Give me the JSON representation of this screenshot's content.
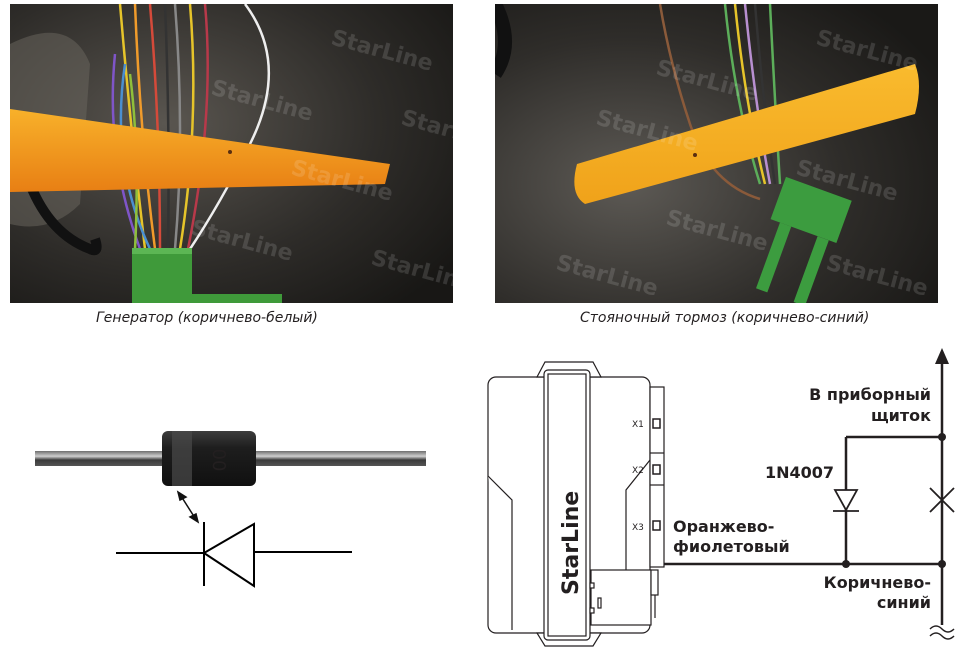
{
  "photos": {
    "left": {
      "caption": "Генератор (коричнево-белый)",
      "watermark": "StarLine",
      "subject": "wire harness with orange pry tool and green connector",
      "colors": {
        "background": "#2b2a28",
        "tool": "#f39a1e",
        "connector": "#3f9a3a"
      }
    },
    "right": {
      "caption": "Стояночный тормоз (коричнево-синий)",
      "watermark": "StarLine",
      "subject": "wire harness with orange pry tool and green connector",
      "colors": {
        "background": "#2c2b28",
        "tool": "#f5ae1f",
        "connector": "#3c9c3f"
      }
    }
  },
  "diode_illustration": {
    "body_marking": "00",
    "subject": "1N4007 diode photo with schematic symbol",
    "icons": [
      "double-arrow-icon",
      "diode-symbol-icon"
    ]
  },
  "schematic": {
    "unit_brand": "StarLine",
    "connectors": [
      "X1",
      "X2",
      "X3"
    ],
    "wire_source_label_line1": "Оранжево-",
    "wire_source_label_line2": "фиолетовый",
    "diode_label": "1N4007",
    "to_dashboard_line1": "В приборный",
    "to_dashboard_line2": "щиток",
    "wire_target_label_line1": "Коричнево-",
    "wire_target_label_line2": "синий",
    "icons": [
      "arrow-up-icon",
      "diode-icon",
      "cut-mark-icon",
      "junction-dot-icon",
      "wave-break-icon"
    ]
  }
}
